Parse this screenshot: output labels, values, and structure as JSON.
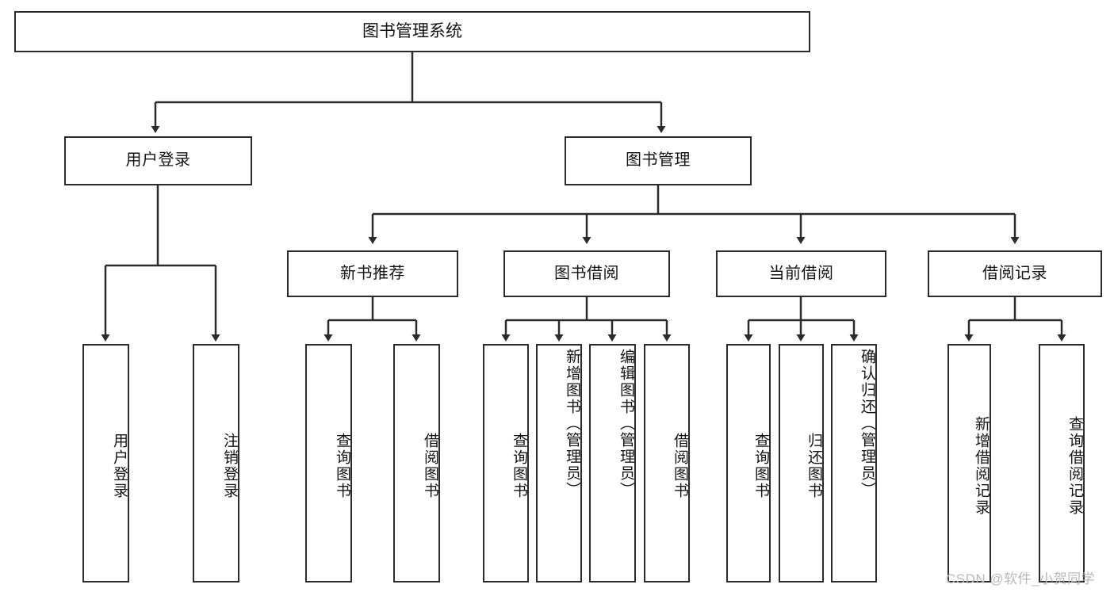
{
  "diagram": {
    "type": "hierarchy-tree",
    "title": "图书管理系统",
    "root": {
      "label": "图书管理系统"
    },
    "level2": [
      {
        "label": "用户登录"
      },
      {
        "label": "图书管理"
      }
    ],
    "level3": [
      {
        "label": "新书推荐"
      },
      {
        "label": "图书借阅"
      },
      {
        "label": "当前借阅"
      },
      {
        "label": "借阅记录"
      }
    ],
    "leaves": {
      "user_login": [
        {
          "label": "用户登录"
        },
        {
          "label": "注销登录"
        }
      ],
      "new_book_recommend": [
        {
          "label": "查询图书"
        },
        {
          "label": "借阅图书"
        }
      ],
      "book_borrow": [
        {
          "label": "查询图书"
        },
        {
          "label": "新增图书（管理员）"
        },
        {
          "label": "编辑图书（管理员）"
        },
        {
          "label": "借阅图书"
        }
      ],
      "current_borrow": [
        {
          "label": "查询图书"
        },
        {
          "label": "归还图书"
        },
        {
          "label": "确认归还（管理员）"
        }
      ],
      "borrow_record": [
        {
          "label": "新增借阅记录"
        },
        {
          "label": "查询借阅记录"
        }
      ]
    }
  },
  "watermark": {
    "text": "CSDN @软件_小贺同学"
  },
  "colors": {
    "stroke": "#2b2b2b",
    "fill": "#ffffff",
    "text": "#141414",
    "watermark": "#b9b9b9"
  }
}
